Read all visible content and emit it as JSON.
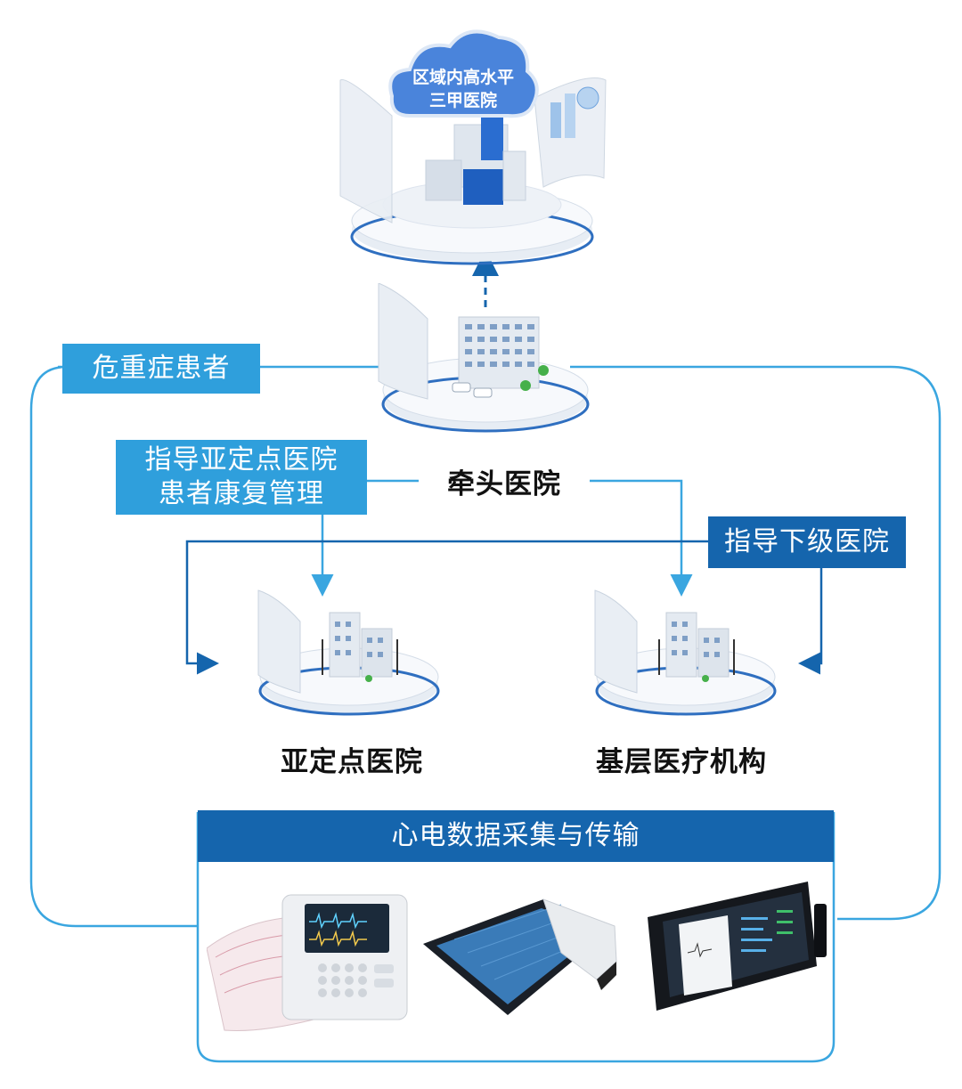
{
  "top_node": {
    "line1": "区域内高水平",
    "line2": "三甲医院"
  },
  "lead_hospital": {
    "label": "牵头医院"
  },
  "critical_patients": {
    "label": "危重症患者"
  },
  "guide_sub": {
    "line1": "指导亚定点医院",
    "line2": "患者康复管理"
  },
  "guide_lower": {
    "label": "指导下级医院"
  },
  "sub_hospital": {
    "label": "亚定点医院"
  },
  "grassroots": {
    "label": "基层医疗机构"
  },
  "ecg_panel": {
    "title": "心电数据采集与传输"
  },
  "colors": {
    "light_blue": "#2f9fdc",
    "dark_blue": "#1565ad",
    "line_blue": "#3aa6e0"
  }
}
